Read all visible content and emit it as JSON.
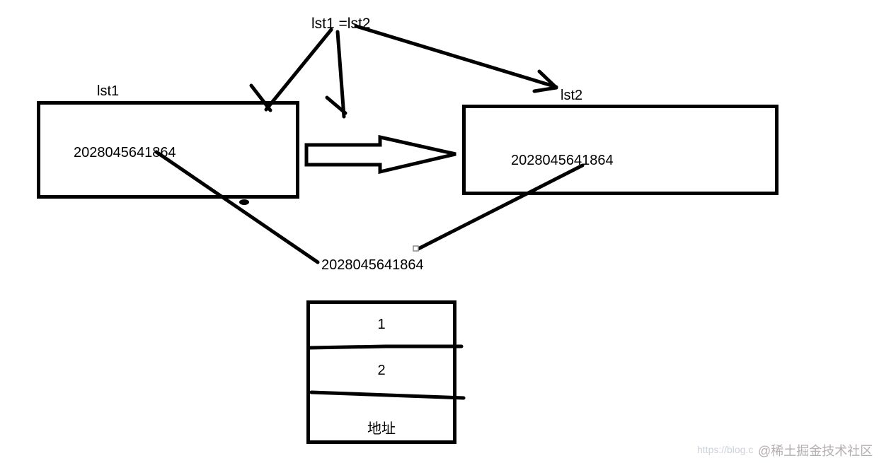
{
  "expression": "lst1 =lst2",
  "colors": {
    "ink": "#000000",
    "box_border": "#000000",
    "watermark_url": "#cdd2da",
    "watermark_brand": "#b5aeae"
  },
  "boxes": {
    "lst1": {
      "label": "lst1",
      "value": "2028045641864"
    },
    "lst2": {
      "label": "lst2",
      "value": "2028045641864"
    }
  },
  "shared_address": {
    "value": "2028045641864"
  },
  "table": {
    "rows": [
      "1",
      "2",
      "地址"
    ]
  },
  "watermark": {
    "url_text": "https://blog.c",
    "brand_text": "@稀土掘金技术社区"
  },
  "icons": {
    "block_arrow": "right-block-arrow",
    "hand_arrows": "hand-drawn-arrow"
  }
}
